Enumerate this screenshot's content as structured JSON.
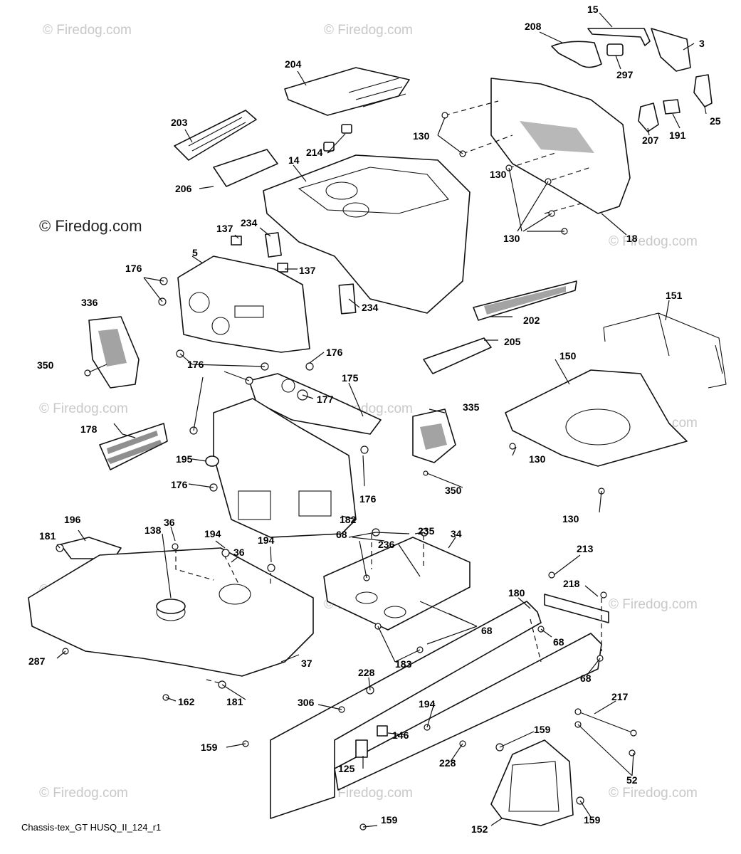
{
  "diagram": {
    "caption": "Chassis-tex_GT HUSQ_II_124_r1",
    "watermark_text": "© Firedog.com",
    "callouts": [
      "15",
      "208",
      "3",
      "297",
      "25",
      "204",
      "203",
      "214",
      "130",
      "207",
      "191",
      "14",
      "206",
      "18",
      "137",
      "234",
      "5",
      "176",
      "336",
      "350",
      "202",
      "151",
      "205",
      "150",
      "175",
      "177",
      "178",
      "335",
      "195",
      "182",
      "196",
      "138",
      "36",
      "194",
      "235",
      "34",
      "181",
      "68",
      "236",
      "213",
      "218",
      "180",
      "287",
      "37",
      "183",
      "162",
      "228",
      "306",
      "146",
      "125",
      "217",
      "159",
      "52",
      "152"
    ]
  }
}
